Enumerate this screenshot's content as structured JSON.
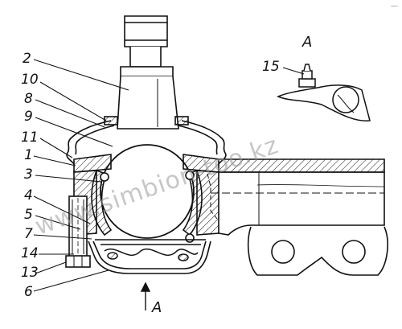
{
  "diagram": {
    "corner_mark": "—"
  },
  "callouts": {
    "c2": "2",
    "c10": "10",
    "c8": "8",
    "c9": "9",
    "c11": "11",
    "c1": "1",
    "c3": "3",
    "c4": "4",
    "c5": "5",
    "c7": "7",
    "c14": "14",
    "c13": "13",
    "c6": "6",
    "c15": "15"
  },
  "view": {
    "inset_label": "A",
    "arrow_label": "A"
  },
  "watermark": {
    "text": "www.simbion-too.kz"
  }
}
